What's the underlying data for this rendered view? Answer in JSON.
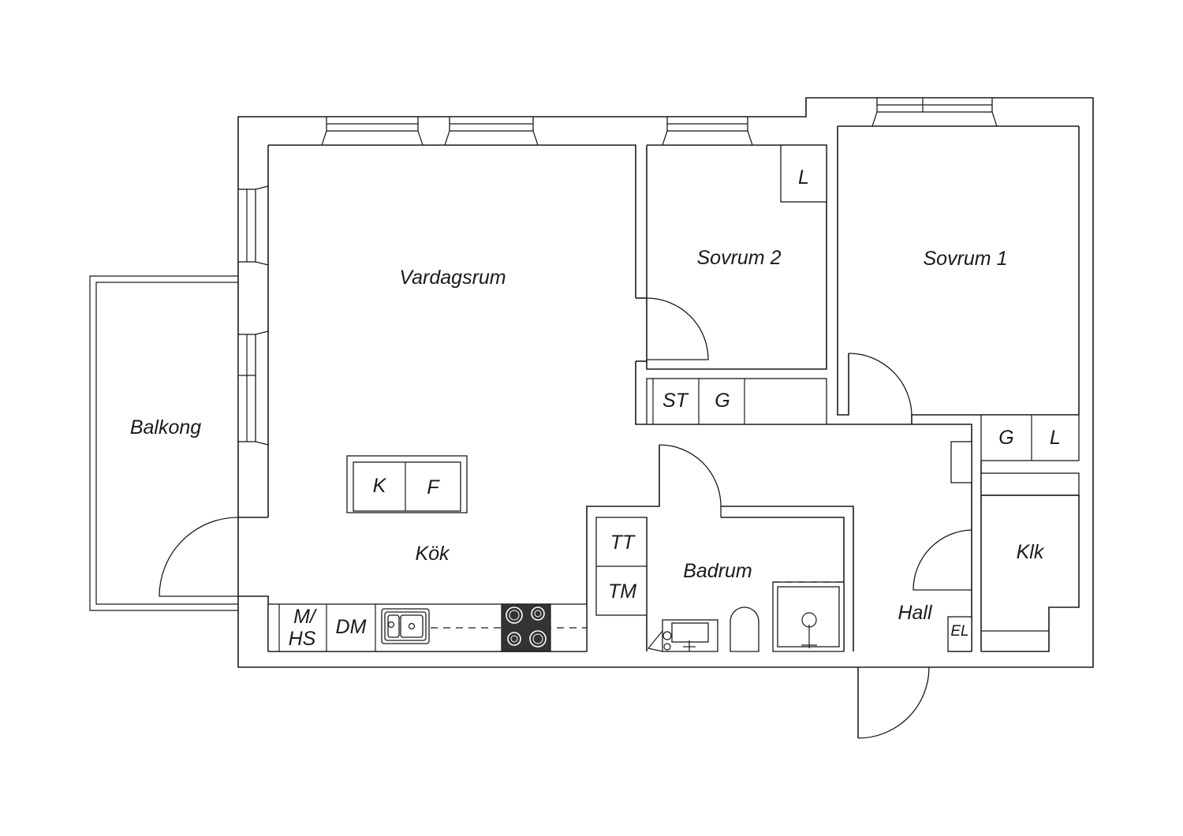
{
  "rooms": {
    "vardagsrum": "Vardagsrum",
    "kok": "Kök",
    "balkong": "Balkong",
    "sovrum1": "Sovrum 1",
    "sovrum2": "Sovrum 2",
    "badrum": "Badrum",
    "hall": "Hall",
    "klk": "Klk"
  },
  "fixtures": {
    "k": "K",
    "f": "F",
    "st": "ST",
    "g_hall": "G",
    "g_bed1": "G",
    "l_bed2": "L",
    "l_bed1": "L",
    "tt": "TT",
    "tm": "TM",
    "m_line1": "M/",
    "m_line2": "HS",
    "dm": "DM",
    "el": "EL"
  },
  "colors": {
    "line": "#1a1a1a",
    "stove": "#333333",
    "background": "#ffffff"
  }
}
